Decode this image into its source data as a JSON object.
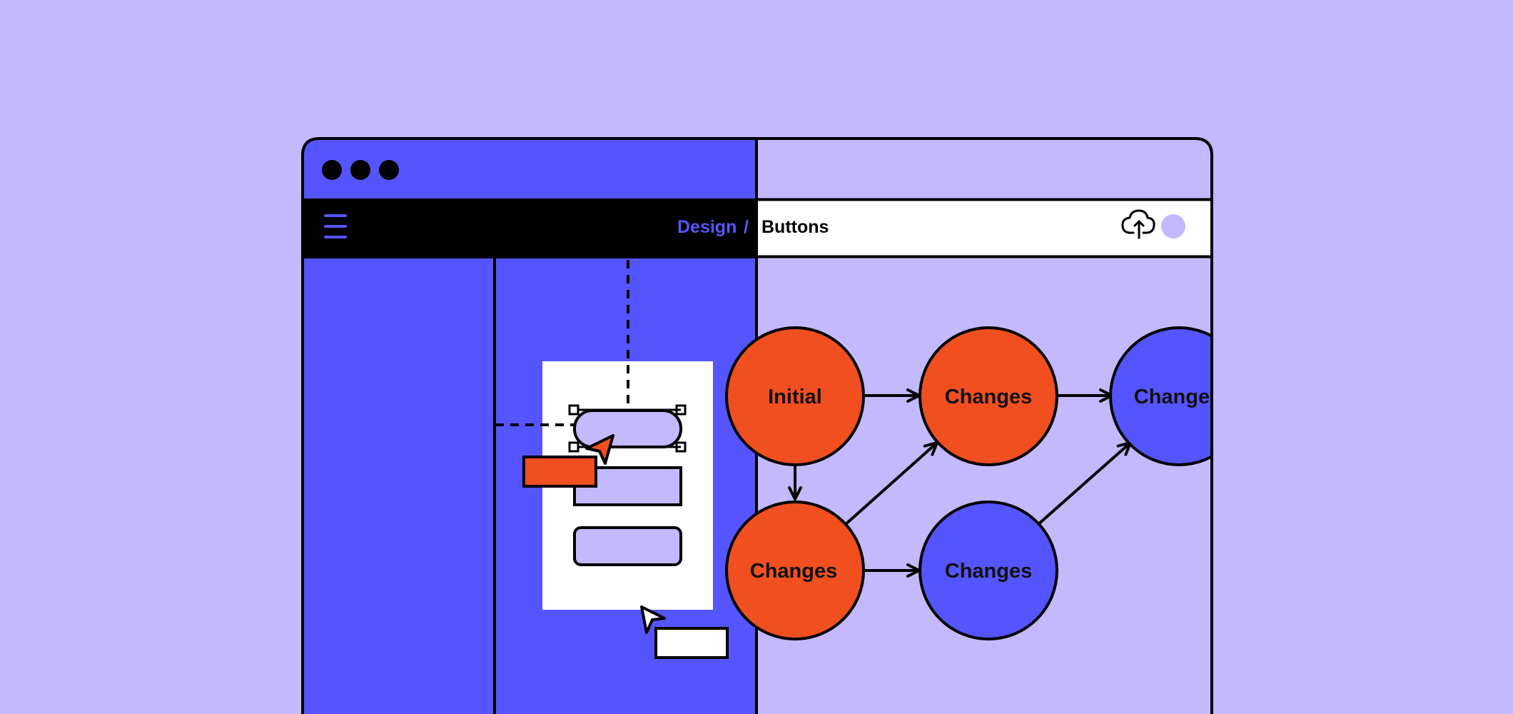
{
  "colors": {
    "background": "#c5b9fd",
    "primary": "#5555ff",
    "accent": "#f24f21",
    "light": "#c5b9fd",
    "ink": "#000000",
    "paper": "#ffffff"
  },
  "window": {
    "controls": [
      "close",
      "minimize",
      "maximize"
    ]
  },
  "toolbar": {
    "menu_icon": "hamburger-icon",
    "breadcrumb_parent": "Design",
    "breadcrumb_separator": "/",
    "breadcrumb_current": "Buttons",
    "upload_icon": "cloud-upload-icon",
    "avatar_icon": "avatar"
  },
  "canvas_panel": {
    "frame_buttons": [
      "pill-button",
      "rect-button",
      "rounded-button"
    ],
    "tag_icons": [
      "selection-tag",
      "cursor-tag"
    ]
  },
  "flow": {
    "nodes": [
      {
        "id": "initial",
        "label": "Initial",
        "color": "#f24f21"
      },
      {
        "id": "changes-1",
        "label": "Changes",
        "color": "#f24f21"
      },
      {
        "id": "changes-2",
        "label": "Changes",
        "color": "#5555ff"
      },
      {
        "id": "changes-3",
        "label": "Changes",
        "color": "#f24f21"
      },
      {
        "id": "changes-4",
        "label": "Changes",
        "color": "#5555ff"
      }
    ]
  }
}
